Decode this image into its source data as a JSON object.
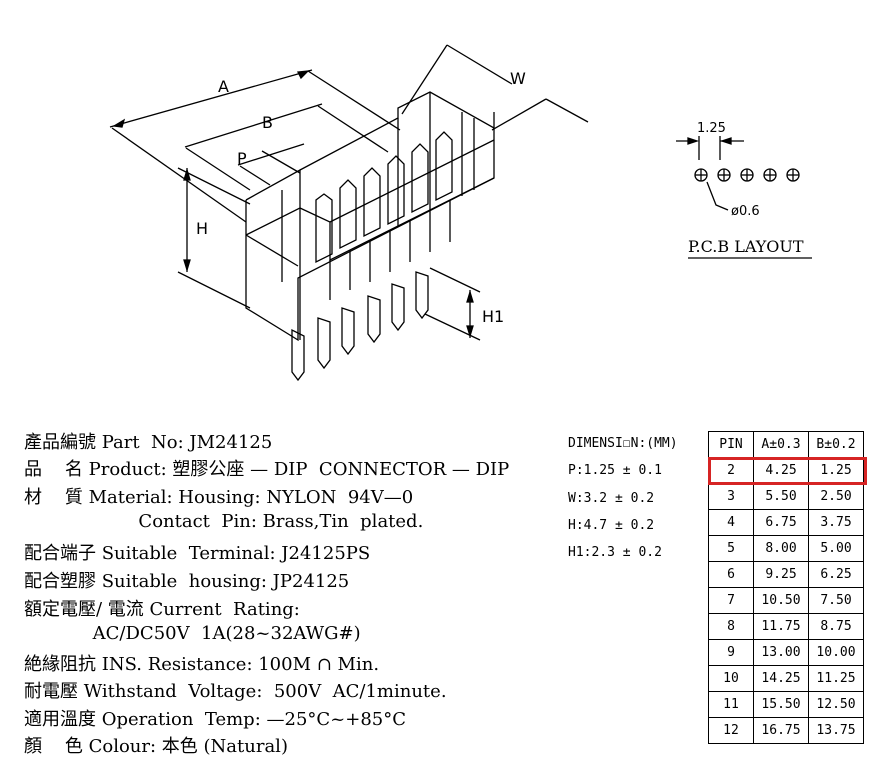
{
  "drawing": {
    "labels": {
      "A": "A",
      "B": "B",
      "P": "P",
      "W": "W",
      "H": "H",
      "H1": "H1"
    },
    "pcb": {
      "pitch": "1.25",
      "hole": "ø0.6",
      "title": "P.C.B  LAYOUT"
    }
  },
  "specs": [
    "產品編號 Part  No: JM24125",
    "品    名 Product: 塑膠公座 — DIP  CONNECTOR — DIP",
    "材    質 Material: Housing: NYLON  94V—0",
    "                    Contact  Pin: Brass,Tin  plated.",
    "配合端子 Suitable  Terminal: J24125PS",
    "配合塑膠 Suitable  housing: JP24125",
    "額定電壓/ 電流 Current  Rating:",
    "            AC/DC50V  1A(28~32AWG#)",
    "絶緣阻抗 INS. Resistance: 100M ∩ Min.",
    "耐電壓 Withstand  Voltage:  500V  AC/1minute.",
    "適用溫度 Operation  Temp: —25°C~+85°C",
    "顏    色 Colour: 本色 (Natural)"
  ],
  "dimensions": {
    "title": "DIMENSI☐N:(MM)",
    "items": [
      "P:1.25 ± 0.1",
      "W:3.2 ± 0.2",
      "H:4.7 ± 0.2",
      "H1:2.3 ± 0.2"
    ]
  },
  "pin_table": {
    "headers": [
      "PIN",
      "A±0.3",
      "B±0.2"
    ],
    "rows": [
      [
        "2",
        "4.25",
        "1.25"
      ],
      [
        "3",
        "5.50",
        "2.50"
      ],
      [
        "4",
        "6.75",
        "3.75"
      ],
      [
        "5",
        "8.00",
        "5.00"
      ],
      [
        "6",
        "9.25",
        "6.25"
      ],
      [
        "7",
        "10.50",
        "7.50"
      ],
      [
        "8",
        "11.75",
        "8.75"
      ],
      [
        "9",
        "13.00",
        "10.00"
      ],
      [
        "10",
        "14.25",
        "11.25"
      ],
      [
        "11",
        "15.50",
        "12.50"
      ],
      [
        "12",
        "16.75",
        "13.75"
      ]
    ],
    "highlight_color": "#d62424"
  }
}
